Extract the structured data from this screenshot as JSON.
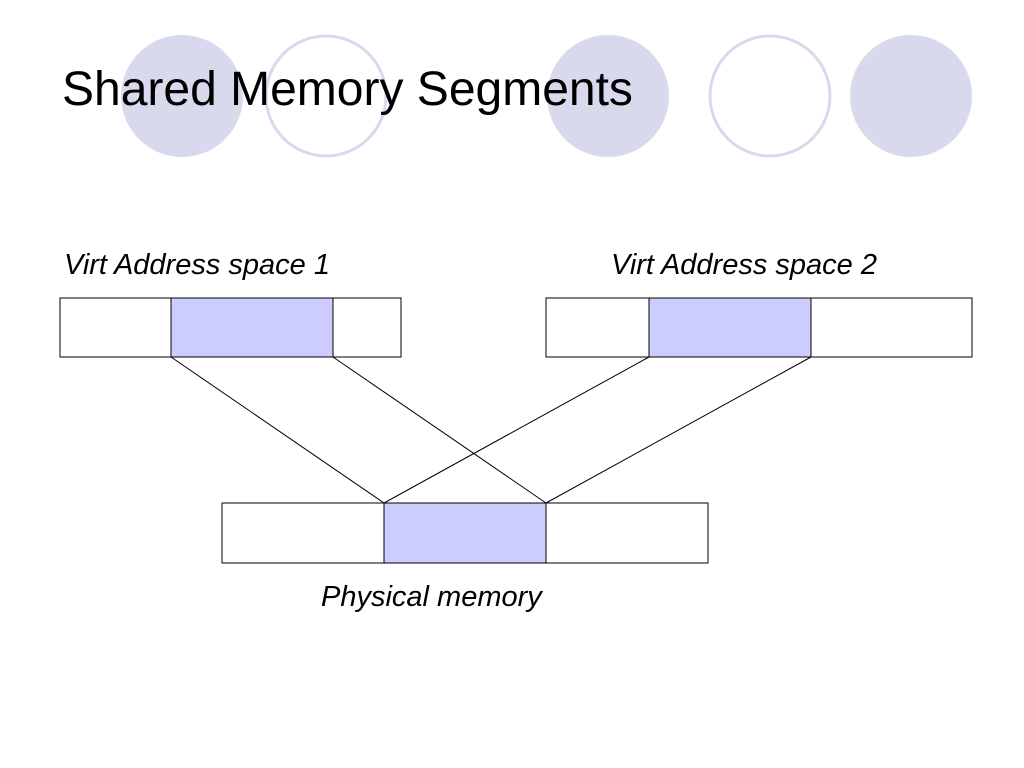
{
  "slide": {
    "title": "Shared Memory Segments"
  },
  "diagram": {
    "virt_space_1_label": "Virt Address space 1",
    "virt_space_2_label": "Virt Address space 2",
    "physical_memory_label": "Physical memory"
  },
  "colors": {
    "decor_circle_fill": "#d9d9ee",
    "decor_circle_outline": "#d9d9ee",
    "shared_segment_fill": "#ccccff",
    "segment_stroke": "#000000",
    "background": "#ffffff"
  }
}
